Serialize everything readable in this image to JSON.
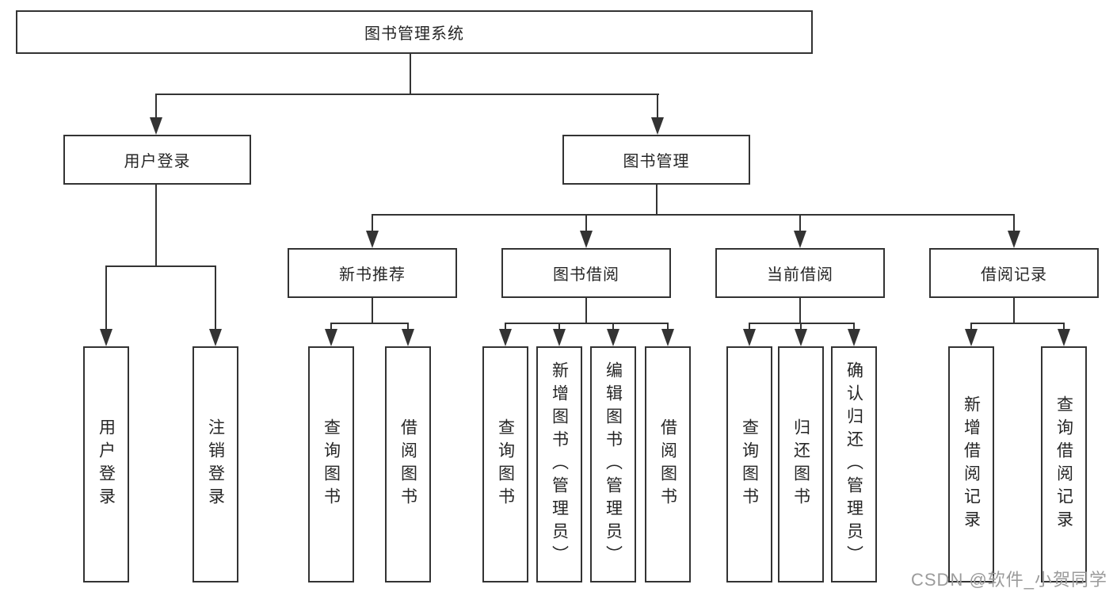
{
  "diagram": {
    "root_label": "图书管理系统",
    "level2": [
      {
        "label": "用户登录"
      },
      {
        "label": "图书管理"
      }
    ],
    "level3": [
      {
        "label": "新书推荐"
      },
      {
        "label": "图书借阅"
      },
      {
        "label": "当前借阅"
      },
      {
        "label": "借阅记录"
      }
    ],
    "leaves": [
      {
        "label": "用户登录"
      },
      {
        "label": "注销登录"
      },
      {
        "label": "查询图书"
      },
      {
        "label": "借阅图书"
      },
      {
        "label": "查询图书"
      },
      {
        "label": "新增图书（管理员）"
      },
      {
        "label": "编辑图书（管理员）"
      },
      {
        "label": "借阅图书"
      },
      {
        "label": "查询图书"
      },
      {
        "label": "归还图书"
      },
      {
        "label": "确认归还（管理员）"
      },
      {
        "label": "新增借阅记录"
      },
      {
        "label": "查询借阅记录"
      }
    ],
    "watermark": "CSDN @软件_小贺同学",
    "colors": {
      "line": "#333333",
      "text": "#262626",
      "watermark": "#9b9b9b",
      "background": "#ffffff"
    }
  }
}
